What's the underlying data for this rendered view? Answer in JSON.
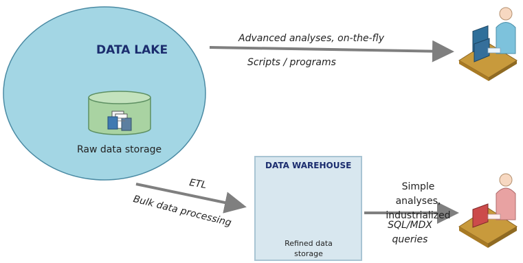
{
  "data_lake": {
    "title": "DATA LAKE",
    "storage_label": "Raw data storage"
  },
  "advanced_path": {
    "label": "Advanced analyses, on-the-fly",
    "sublabel": "Scripts / programs"
  },
  "etl_path": {
    "label": "ETL",
    "sublabel": "Bulk data processing"
  },
  "data_warehouse": {
    "title": "DATA WAREHOUSE",
    "storage_label": "Refined data storage"
  },
  "simple_path": {
    "label": "Simple analyses, industrialized",
    "sublabel": "SQL/MDX queries"
  },
  "icons": {
    "top_user": "analyst-workstation-icon",
    "bottom_user": "analyst-workstation-icon",
    "lake_cylinder": "database-icon",
    "warehouse_cylinder": "database-icon",
    "raw_files": "document-icon",
    "refined_blocks": "data-blocks-icon"
  },
  "colors": {
    "lake_fill": "#a3d6e4",
    "lake_stroke": "#4a8aa3",
    "cylinder_fill": "#a9d3a2",
    "cylinder_stroke": "#5d8f62",
    "arrow": "#7f7f7f",
    "title_text": "#1b2d6e",
    "warehouse_box": "#d8e7ef",
    "user_top_shirt": "#7dc2dc",
    "user_bottom_shirt": "#e8a2a2",
    "desk": "#c89a3c",
    "monitor": "#2f6f9a"
  }
}
